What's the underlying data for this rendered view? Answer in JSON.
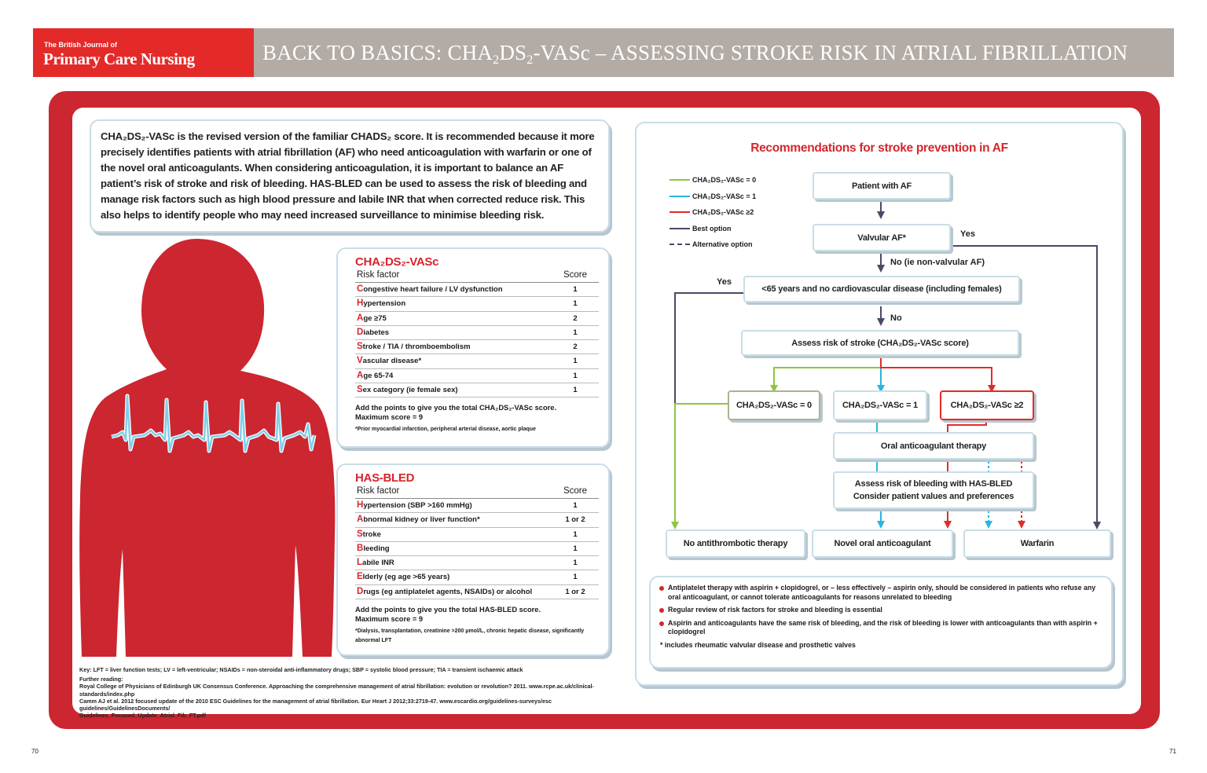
{
  "header": {
    "journal_small": "The British Journal of",
    "journal_big": "Primary Care Nursing",
    "title_a": "BACK TO BASICS: CHA",
    "title_sub1": "2",
    "title_b": "DS",
    "title_sub2": "2",
    "title_c": "-VASc – ASSESSING STROKE RISK IN ATRIAL FIBRILLATION"
  },
  "intro": "CHA₂DS₂-VASc is the revised version of the familiar CHADS₂ score. It is recommended because it more precisely identifies patients with atrial fibrillation (AF) who need anticoagulation with warfarin or one of the novel oral anticoagulants. When considering anticoagulation, it is important to balance an AF patient’s risk of stroke and risk of bleeding. HAS-BLED can be used to assess the risk of bleeding and manage risk factors such as high blood pressure and labile INR that when corrected reduce risk. This also helps to identify people who may need increased surveillance to minimise bleeding risk.",
  "cha_table": {
    "title": "CHA₂DS₂-VASc",
    "col_factor": "Risk factor",
    "col_score": "Score",
    "rows": [
      {
        "ini": "C",
        "rest": "ongestive heart failure / LV dysfunction",
        "score": "1"
      },
      {
        "ini": "H",
        "rest": "ypertension",
        "score": "1"
      },
      {
        "ini": "A",
        "rest": "ge ≥75",
        "score": "2"
      },
      {
        "ini": "D",
        "rest": "iabetes",
        "score": "1"
      },
      {
        "ini": "S",
        "rest": "troke / TIA / thromboembolism",
        "score": "2"
      },
      {
        "ini": "V",
        "rest": "ascular disease*",
        "score": "1"
      },
      {
        "ini": "A",
        "rest": "ge 65-74",
        "score": "1"
      },
      {
        "ini": "S",
        "rest": "ex category (ie female sex)",
        "score": "1"
      }
    ],
    "note1": "Add the points to give you the total CHA₂DS₂-VASc score.",
    "note2": "Maximum score = 9",
    "footnote": "*Prior myocardial infarction, peripheral arterial disease, aortic plaque"
  },
  "hasbled_table": {
    "title": "HAS-BLED",
    "col_factor": "Risk factor",
    "col_score": "Score",
    "rows": [
      {
        "ini": "H",
        "rest": "ypertension (SBP >160 mmHg)",
        "score": "1"
      },
      {
        "ini": "A",
        "rest": "bnormal kidney or liver function*",
        "score": "1 or 2"
      },
      {
        "ini": "S",
        "rest": "troke",
        "score": "1"
      },
      {
        "ini": "B",
        "rest": "leeding",
        "score": "1"
      },
      {
        "ini": "L",
        "rest": "abile INR",
        "score": "1"
      },
      {
        "ini": "E",
        "rest": "lderly (eg age >65 years)",
        "score": "1"
      },
      {
        "ini": "D",
        "rest": "rugs (eg antiplatelet agents, NSAIDs) or alcohol",
        "score": "1 or 2"
      }
    ],
    "note1": "Add the points to give you the total HAS-BLED score.",
    "note2": "Maximum score = 9",
    "footnote": "*Dialysis, transplantation, creatinine >200 μmol/L, chronic hepatic disease, significantly abnormal LFT"
  },
  "key": {
    "line": "Key:  LFT = liver function tests;  LV = left-ventricular;  NSAIDs = non-steroidal anti-inflammatory drugs;  SBP = systolic blood pressure;  TIA = transient ischaemic attack",
    "further": "Further reading:",
    "ref1": "Royal College of Physicians of Edinburgh UK Consensus Conference. Approaching the comprehensive management of atrial fibrillation: evolution or revolution? 2011. www.rcpe.ac.uk/clinical-standards/index.php",
    "ref2": "Camm AJ et al. 2012 focused update of the 2010 ESC Guidelines for the management of atrial fibrillation. Eur Heart J 2012;33:2719-47. www.escardio.org/guidelines-surveys/esc guidelines/GuidelinesDocuments/",
    "ref3": "Guidelines_Focused_Update_Atrial_Fib_FT.pdf"
  },
  "flow": {
    "title": "Recommendations for stroke prevention in AF",
    "legend": [
      {
        "label": "CHA₂DS₂-VASc = 0",
        "color": "#8dc63f",
        "dash": false
      },
      {
        "label": "CHA₂DS₂-VASc = 1",
        "color": "#29b6e0",
        "dash": false
      },
      {
        "label": "CHA₂DS₂-VASc ≥2",
        "color": "#e42a29",
        "dash": false
      },
      {
        "label": "Best option",
        "color": "#4a4a66",
        "dash": false
      },
      {
        "label": "Alternative option",
        "color": "#4a4a66",
        "dash": true
      }
    ],
    "patient": "Patient with AF",
    "valvular": "Valvular AF*",
    "yes1": "Yes",
    "no1": "No (ie non-valvular AF)",
    "yes2": "Yes",
    "under65": "<65 years and no cardiovascular disease (including females)",
    "no2": "No",
    "assess": "Assess risk of stroke  (CHA₂DS₂-VASc score)",
    "score0": "CHA₂DS₂-VASc = 0",
    "score1": "CHA₂DS₂-VASc = 1",
    "score2": "CHA₂DS₂-VASc ≥2",
    "oral": "Oral anticoagulant therapy",
    "bleed1": "Assess risk of bleeding with HAS-BLED",
    "bleed2": "Consider patient values and preferences",
    "no_anti": "No antithrombotic therapy",
    "novel": "Novel oral anticoagulant",
    "warfarin": "Warfarin",
    "colors": {
      "green": "#8dc63f",
      "blue": "#29b6e0",
      "red": "#e42a29",
      "navy": "#4a4a66"
    }
  },
  "notes": {
    "b1": "Antiplatelet therapy with aspirin + clopidogrel, or – less effectively – aspirin only, should be considered in patients who refuse any oral anticoagulant, or cannot tolerate anticoagulants for reasons unrelated to bleeding",
    "b2": "Regular review of risk factors for stroke and bleeding is essential",
    "b3": "Aspirin and anticoagulants have the same risk of bleeding, and the risk of bleeding is lower with anticoagulants than with aspirin + clopidogrel",
    "ast": "* includes rheumatic valvular disease and prosthetic valves"
  },
  "pages": {
    "left": "70",
    "right": "71"
  }
}
